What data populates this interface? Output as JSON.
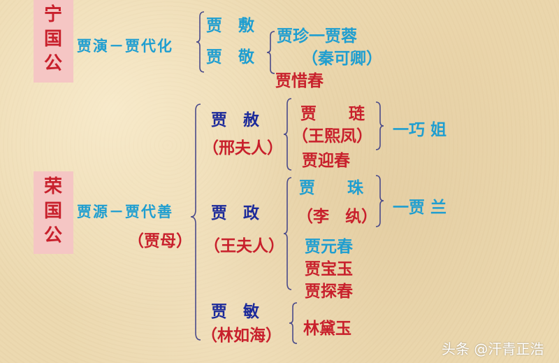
{
  "colors": {
    "ancestor": "#1f9ed0",
    "male_child": "#1c2a9a",
    "female_spouse": "#c8202c",
    "gong_label": "#c8202c",
    "gong_bg": "#f5c6c4",
    "brace": "#4a4a8a"
  },
  "ning": {
    "title": [
      "宁",
      "国",
      "公"
    ],
    "lineage": "贾演－贾代化",
    "sons": [
      "贾　敷",
      "贾　敬"
    ],
    "jing_children": {
      "zhen_line": "贾珍一贾蓉",
      "rong_wife": "（秦可卿）",
      "daughter": "贾惜春"
    }
  },
  "rong": {
    "title": [
      "荣",
      "国",
      "公"
    ],
    "lineage": "贾源－贾代善",
    "lineage_wife": "（贾母）",
    "she": {
      "name": "贾　赦",
      "wife": "（邢夫人）",
      "son": "贾　　琏",
      "son_wife": "（王熙凤）",
      "daughter": "贾迎春",
      "grandchild": "一巧 姐"
    },
    "zheng": {
      "name": "贾　政",
      "wife": "（王夫人）",
      "son": "贾　　珠",
      "son_wife": "（李　纨）",
      "grandchild": "一贾 兰",
      "children": [
        "贾元春",
        "贾宝玉",
        "贾探春"
      ]
    },
    "min": {
      "name": "贾　敏",
      "husband": "（林如海）",
      "daughter": "林黛玉"
    }
  },
  "watermark": "头条 @汗青正浩"
}
